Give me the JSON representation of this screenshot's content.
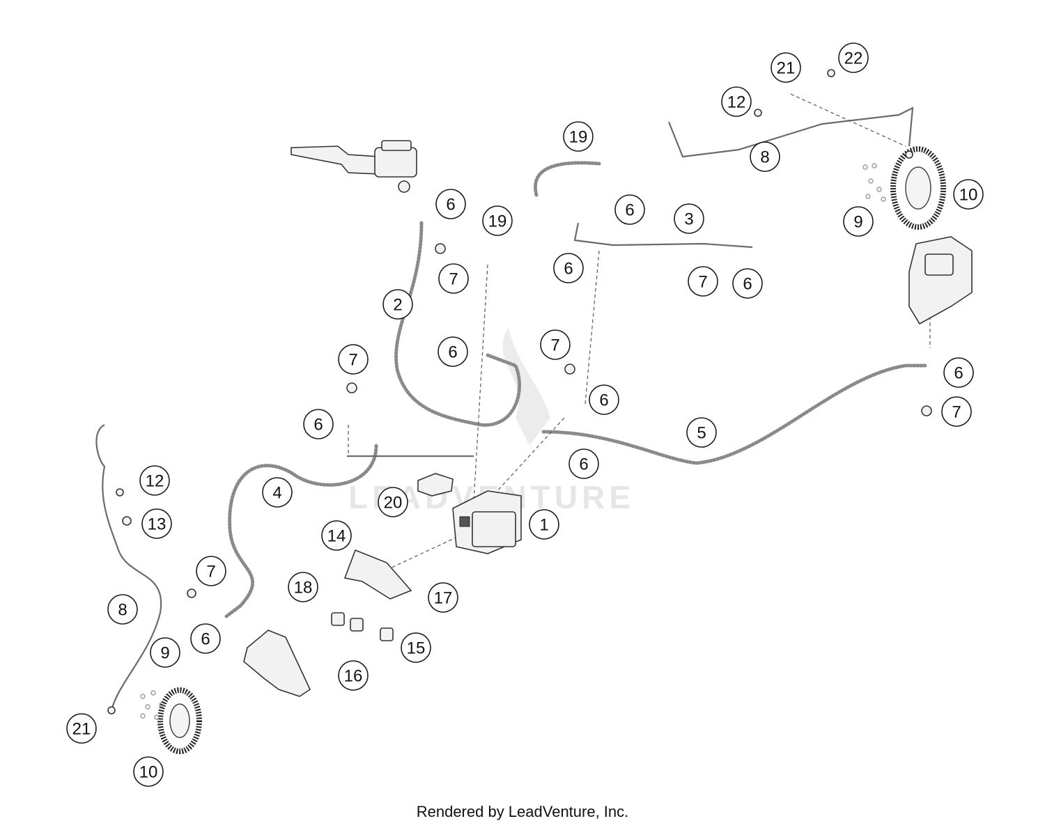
{
  "watermark": "LEADVENTURE",
  "footer": "Rendered by LeadVenture, Inc.",
  "callouts": [
    {
      "label": "21"
    },
    {
      "label": "22"
    },
    {
      "label": "12"
    },
    {
      "label": "19"
    },
    {
      "label": "8"
    },
    {
      "label": "10"
    },
    {
      "label": "9"
    },
    {
      "label": "6"
    },
    {
      "label": "6"
    },
    {
      "label": "3"
    },
    {
      "label": "19"
    },
    {
      "label": "7"
    },
    {
      "label": "6"
    },
    {
      "label": "7"
    },
    {
      "label": "6"
    },
    {
      "label": "2"
    },
    {
      "label": "6"
    },
    {
      "label": "7"
    },
    {
      "label": "7"
    },
    {
      "label": "6"
    },
    {
      "label": "6"
    },
    {
      "label": "7"
    },
    {
      "label": "6"
    },
    {
      "label": "5"
    },
    {
      "label": "6"
    },
    {
      "label": "4"
    },
    {
      "label": "12"
    },
    {
      "label": "13"
    },
    {
      "label": "20"
    },
    {
      "label": "1"
    },
    {
      "label": "14"
    },
    {
      "label": "7"
    },
    {
      "label": "18"
    },
    {
      "label": "17"
    },
    {
      "label": "8"
    },
    {
      "label": "6"
    },
    {
      "label": "9"
    },
    {
      "label": "15"
    },
    {
      "label": "16"
    },
    {
      "label": "21"
    },
    {
      "label": "10"
    }
  ]
}
